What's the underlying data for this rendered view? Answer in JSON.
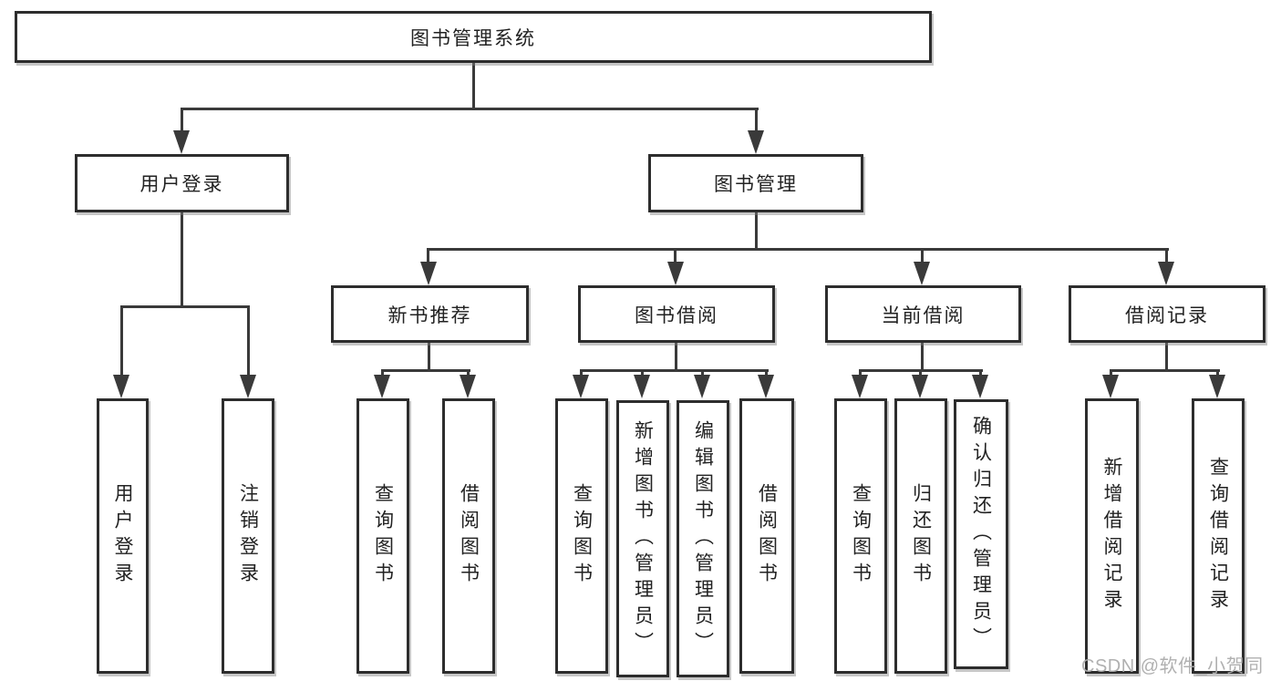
{
  "diagram": {
    "title": "图书管理系统",
    "nodes": {
      "root": "图书管理系统",
      "user_login": "用户登录",
      "book_mgmt": "图书管理",
      "new_books": "新书推荐",
      "book_borrow": "图书借阅",
      "current_borrow": "当前借阅",
      "borrow_records": "借阅记录",
      "leaf_user_login": "用户登录",
      "leaf_logout": "注销登录",
      "leaf_nb_query": "查询图书",
      "leaf_nb_borrow": "借阅图书",
      "leaf_bb_query": "查询图书",
      "leaf_bb_add": "新增图书（管理员）",
      "leaf_bb_edit": "编辑图书（管理员）",
      "leaf_bb_borrow": "借阅图书",
      "leaf_cb_query": "查询图书",
      "leaf_cb_return": "归还图书",
      "leaf_cb_confirm": "确认归还（管理员）",
      "leaf_br_add": "新增借阅记录",
      "leaf_br_query": "查询借阅记录"
    },
    "colors": {
      "line": "#3a3a3a",
      "box_border": "#2d2d2d",
      "text": "#222222",
      "watermark": "#acacac",
      "background": "#ffffff"
    }
  },
  "watermark": "CSDN @软件_小贺同学"
}
